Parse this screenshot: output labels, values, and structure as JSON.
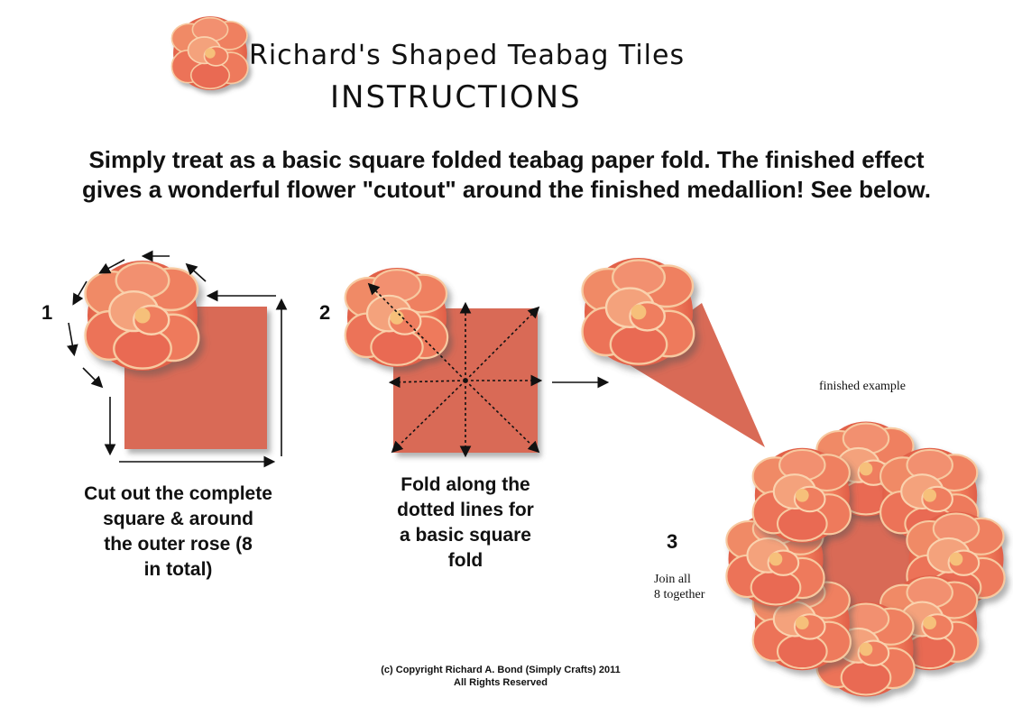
{
  "header": {
    "title": "Richard's Shaped Teabag Tiles",
    "subtitle": "INSTRUCTIONS"
  },
  "intro": {
    "line1": "Simply treat as a basic square folded teabag paper fold. The finished effect",
    "line2": "gives a wonderful flower \"cutout\" around the finished medallion! See below."
  },
  "steps": {
    "step1": {
      "number": "1",
      "caption": [
        "Cut out the complete",
        "square & around",
        "the outer rose (8",
        "in total)"
      ]
    },
    "step2": {
      "number": "2",
      "caption": [
        "Fold along the",
        "dotted lines for",
        "a basic square",
        "fold"
      ]
    },
    "step3": {
      "number": "3",
      "caption": [
        "Join all",
        "8 together"
      ]
    }
  },
  "finished_label": "finished example",
  "copyright": {
    "line1": "(c) Copyright Richard A. Bond (Simply Crafts) 2011",
    "line2": "All Rights Reserved"
  },
  "colors": {
    "tile": "#d96a56",
    "petal": "#f07a5a",
    "petal_light": "#f6b48a",
    "petal_dark": "#c84c3c"
  }
}
